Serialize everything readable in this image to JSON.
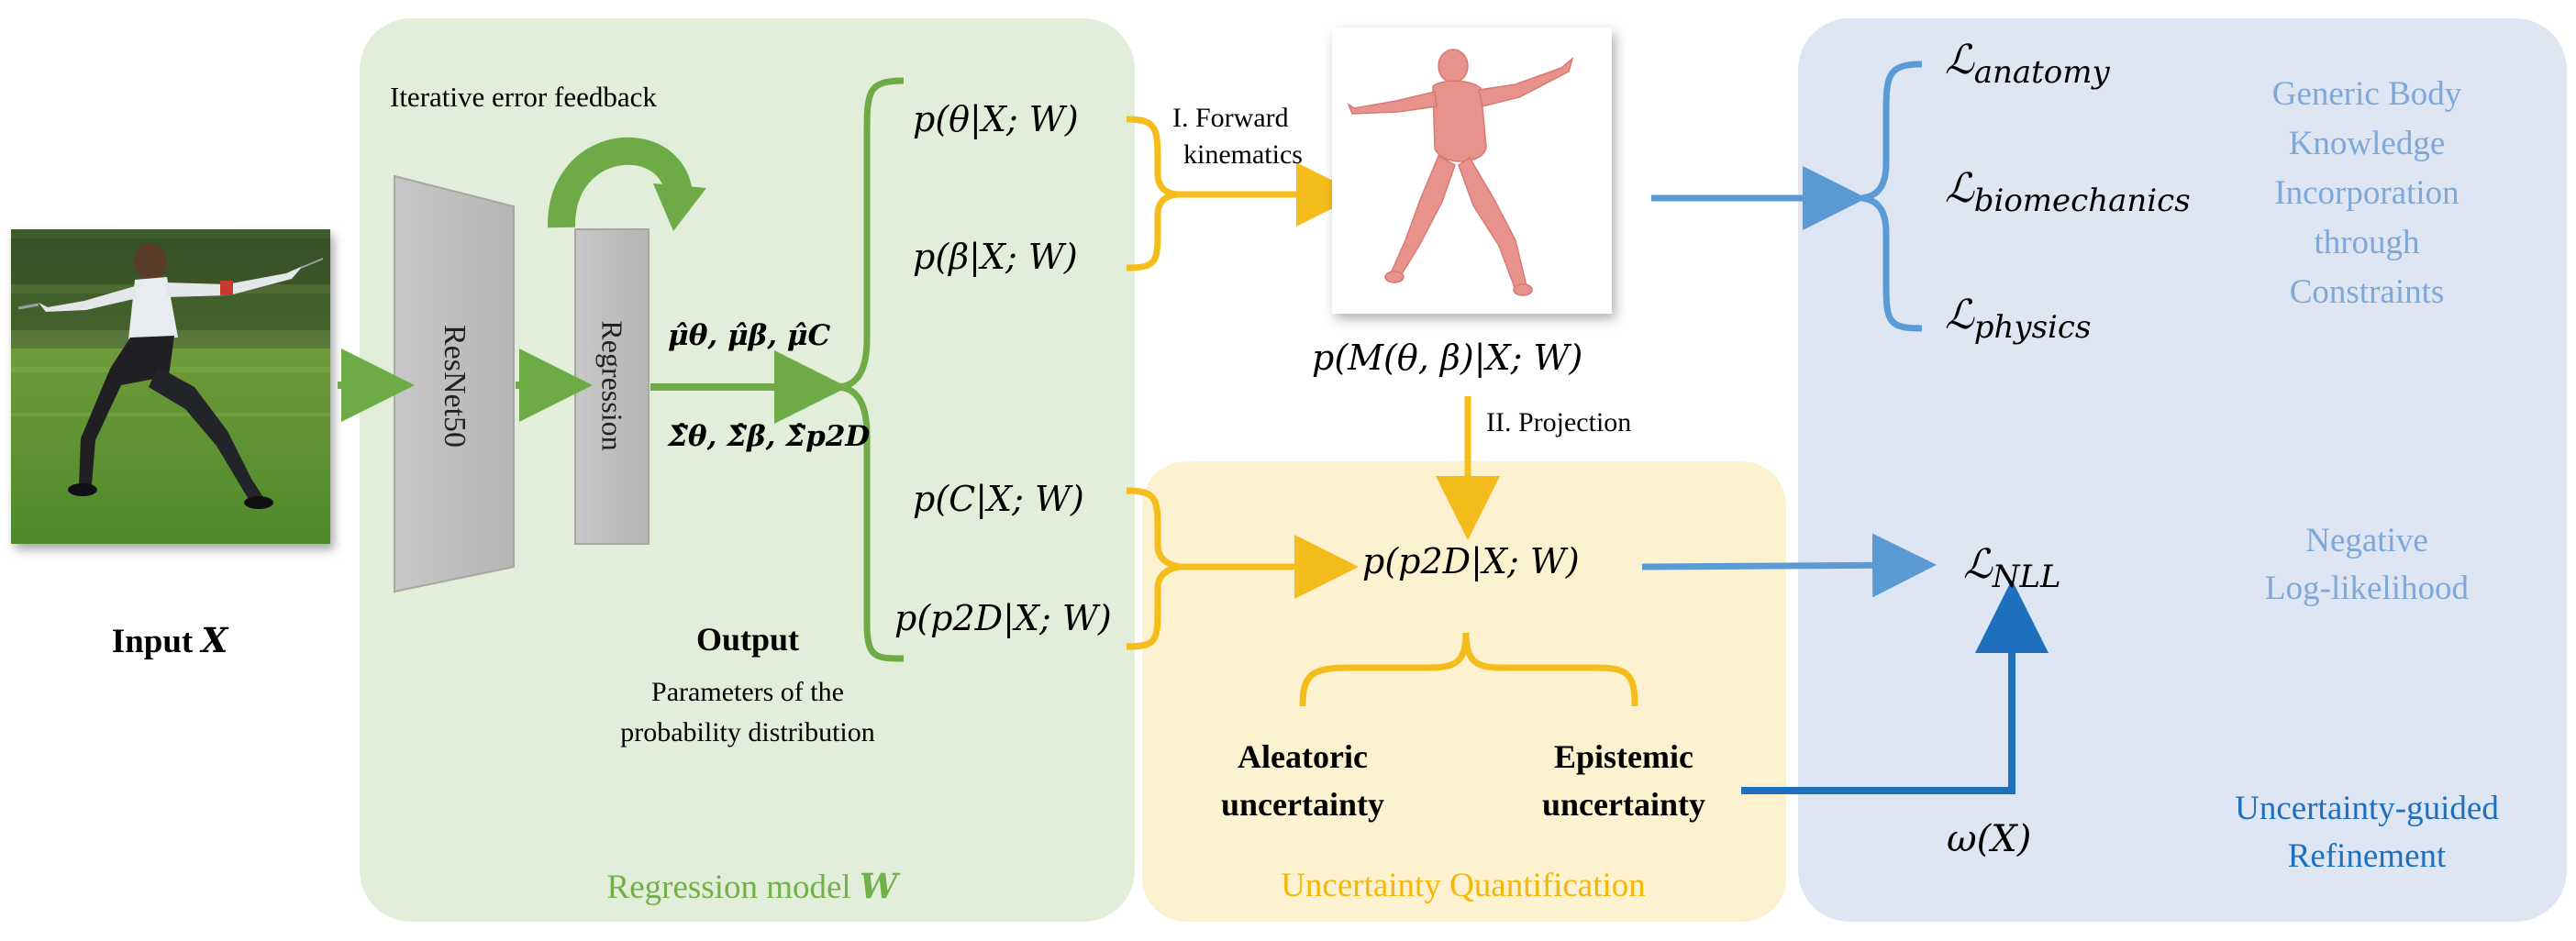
{
  "panels": {
    "regression": {
      "label": "Regression model ",
      "label_var": "W"
    },
    "uncertainty": {
      "label": "Uncertainty Quantification"
    },
    "knowledge": {
      "label": ""
    }
  },
  "input": {
    "label": "Input ",
    "var": "X"
  },
  "network": {
    "backbone": "ResNet50",
    "regression": "Regression",
    "feedback": "Iterative error feedback",
    "mu_params": "μ̂θ, μ̂β, μ̂C",
    "sigma_params": "Σ̂θ, Σ̂β, Σ̂p2D",
    "output_title": "Output",
    "output_desc_1": "Parameters of the",
    "output_desc_2": "probability distribution"
  },
  "distributions": {
    "theta": "p(θ|X; W)",
    "beta": "p(β|X; W)",
    "camera": "p(C|X; W)",
    "p2d": "p(p2D|X; W)",
    "mesh": "p(M(θ, β)|X; W)",
    "proj": "p(p2D|X; W)"
  },
  "steps": {
    "forward_1": "I. Forward",
    "forward_2": "kinematics",
    "projection": "II. Projection"
  },
  "uncertainty": {
    "aleatoric_1": "Aleatoric",
    "aleatoric_2": "uncertainty",
    "epistemic_1": "Epistemic",
    "epistemic_2": "uncertainty"
  },
  "losses": {
    "anatomy": "anatomy",
    "biomechanics": "biomechanics",
    "physics": "physics",
    "nll": "NLL",
    "weight": "ω(X)"
  },
  "right_labels": {
    "generic": [
      "Generic Body",
      "Knowledge",
      "Incorporation",
      "through",
      "Constraints"
    ],
    "nll": [
      "Negative",
      "Log-likelihood"
    ],
    "refine": [
      "Uncertainty-guided",
      "Refinement"
    ]
  },
  "colors": {
    "green_panel": "#e2eed9",
    "yellow_panel": "#fdf2cf",
    "blue_panel": "#dde6f2",
    "green_arrow": "#6eab46",
    "yellow_arrow": "#f5bd1b",
    "blue_arrow": "#5b9bd5",
    "dark_blue": "#1f6fbf",
    "light_blue_text": "#7fa8d8",
    "green_text": "#72b04a",
    "yellow_text": "#f2b707"
  }
}
